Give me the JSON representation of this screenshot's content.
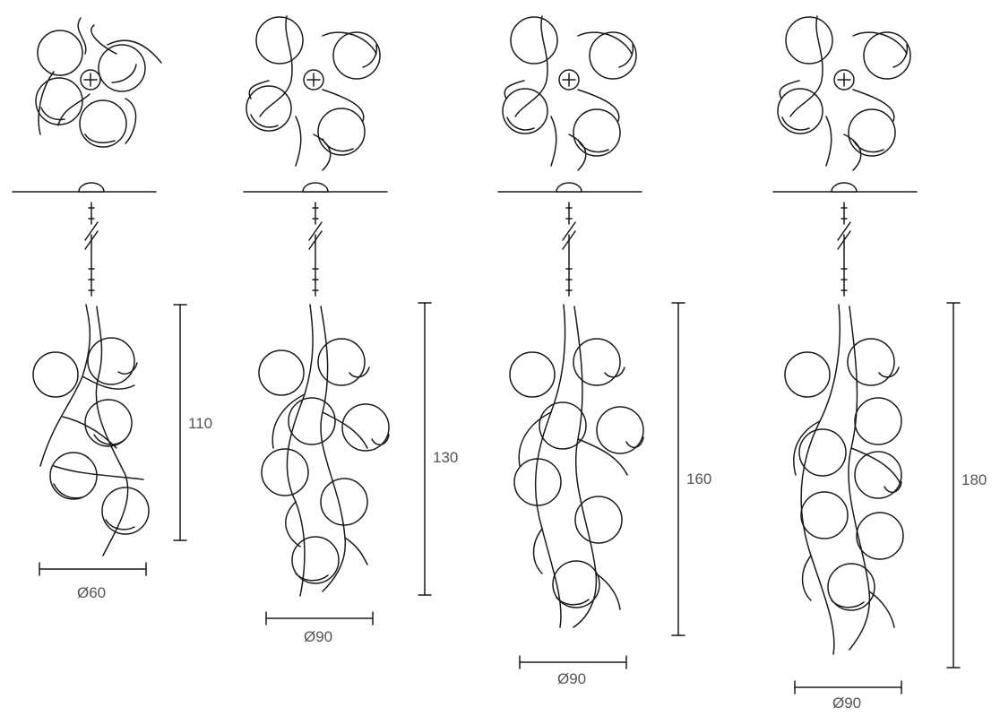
{
  "colors": {
    "line": "#1a1a1a",
    "dim_text": "#555555",
    "background": "#ffffff"
  },
  "variants": [
    {
      "height": "110",
      "diameter": "Ø60",
      "top_view_icon": "chandelier-top-view-icon",
      "side_view_icon": "chandelier-side-view-icon"
    },
    {
      "height": "130",
      "diameter": "Ø90",
      "top_view_icon": "chandelier-top-view-icon",
      "side_view_icon": "chandelier-side-view-icon"
    },
    {
      "height": "160",
      "diameter": "Ø90",
      "top_view_icon": "chandelier-top-view-icon",
      "side_view_icon": "chandelier-side-view-icon"
    },
    {
      "height": "180",
      "diameter": "Ø90",
      "top_view_icon": "chandelier-top-view-icon",
      "side_view_icon": "chandelier-side-view-icon"
    }
  ]
}
